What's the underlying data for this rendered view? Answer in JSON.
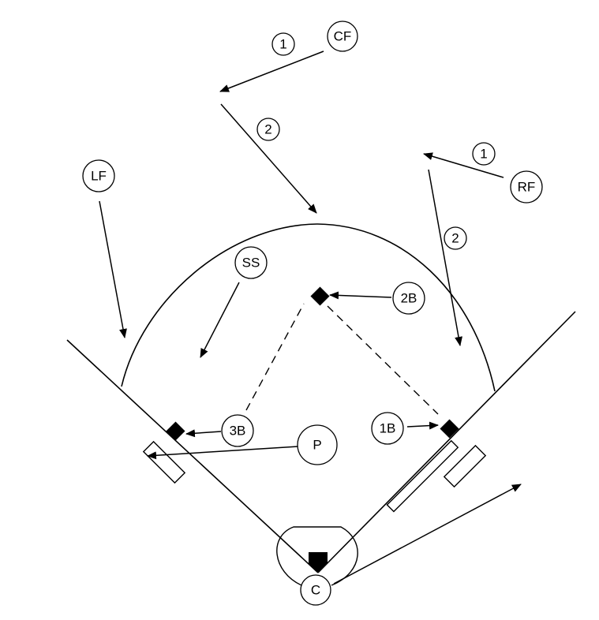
{
  "players": {
    "cf": "CF",
    "lf": "LF",
    "rf": "RF",
    "ss": "SS",
    "second_base": "2B",
    "third_base": "3B",
    "first_base": "1B",
    "pitcher": "P",
    "catcher": "C"
  },
  "steps": {
    "cf_step1": "1",
    "cf_step2": "2",
    "rf_step1": "1",
    "rf_step2": "2"
  }
}
